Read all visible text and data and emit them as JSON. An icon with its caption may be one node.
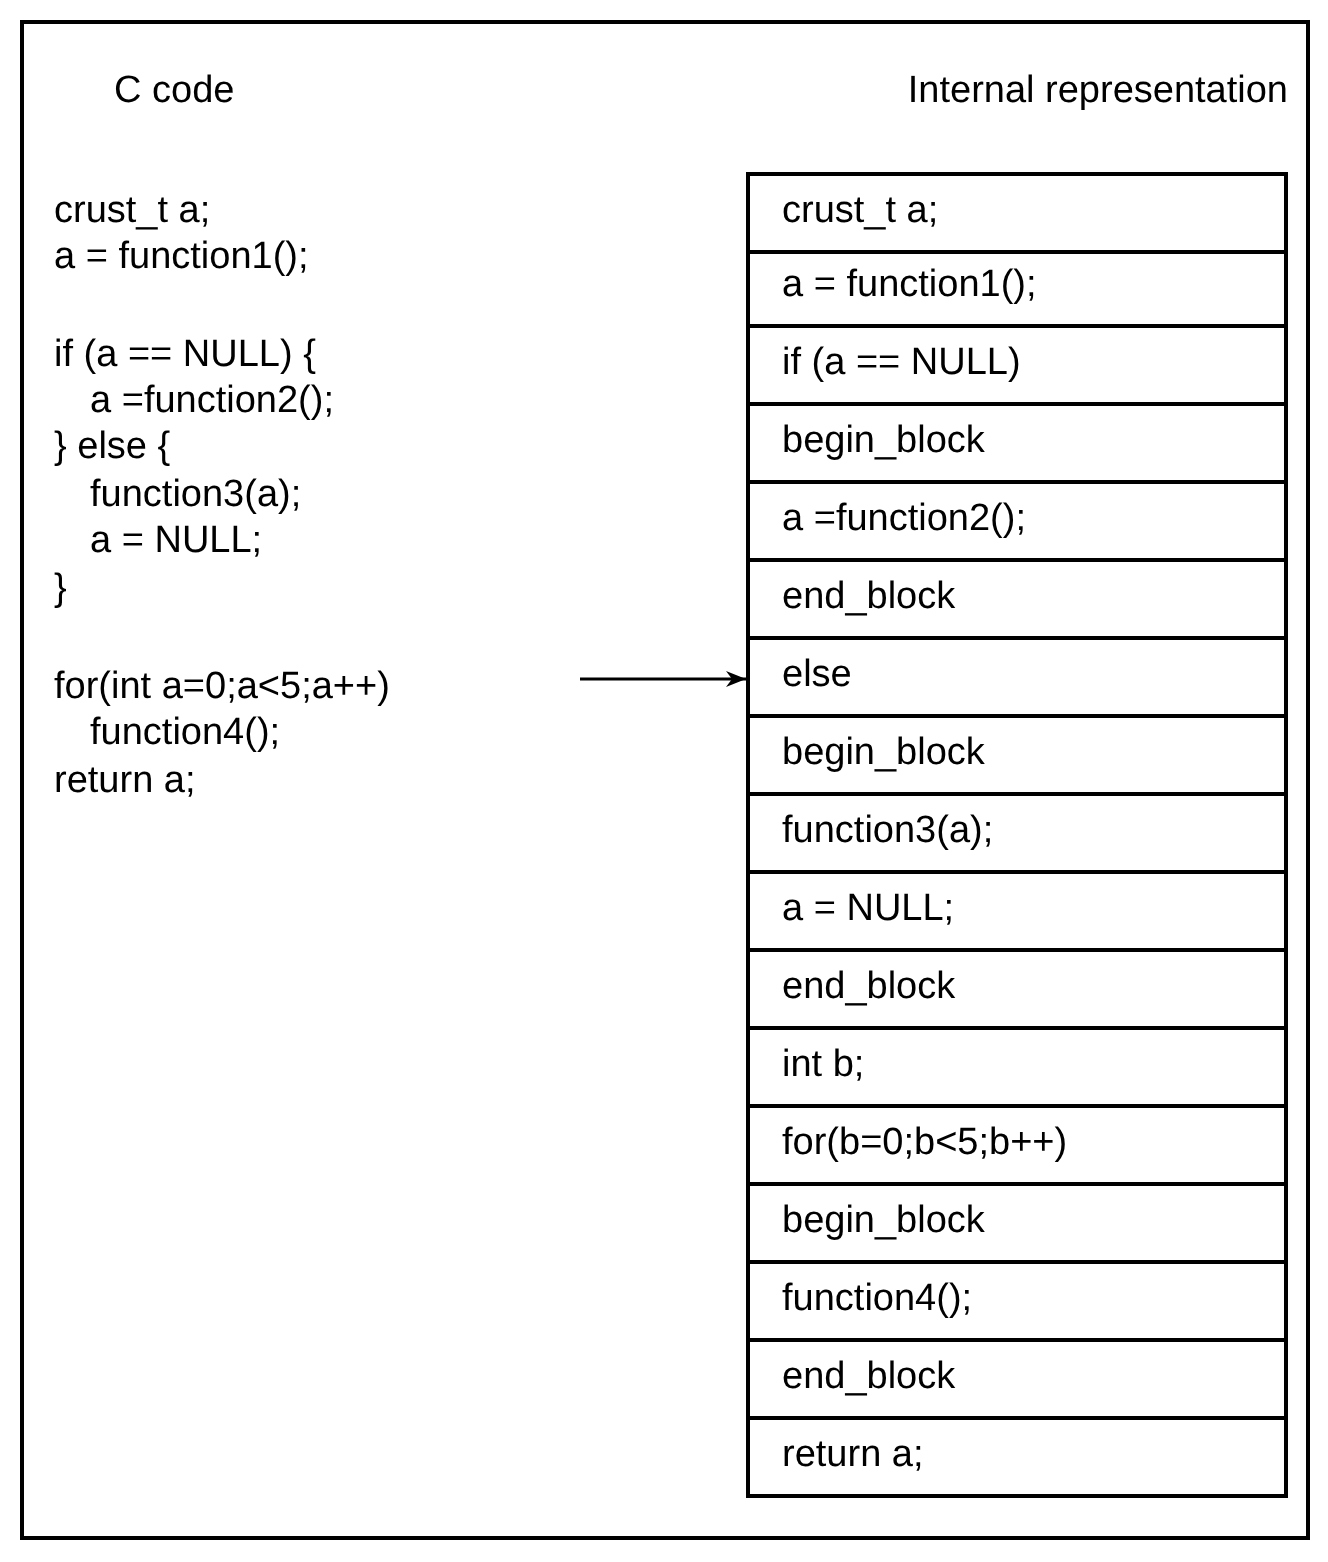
{
  "diagram": {
    "nodes": [
      {
        "text": [
          "C code",
          "crust_t a;",
          "a = function1();",
          "if (a == NULL) {",
          "a =function2();",
          "} else {",
          "function3(a);",
          "a = NULL;",
          "}",
          "for(int a=0;a<5;a++)",
          "function4();",
          "return a;"
        ]
      },
      {
        "text": [
          "Internal representation"
        ]
      },
      {
        "text": [
          "crust_t a;"
        ],
        "in": 1
      },
      {
        "text": [
          "a = function1();"
        ],
        "in": 1
      },
      {
        "text": [
          "if (a == NULL)"
        ],
        "in": 1
      },
      {
        "text": [
          "begin_block"
        ],
        "in": 1
      },
      {
        "text": [
          "a =function2();"
        ],
        "in": 1
      },
      {
        "text": [
          "end_block"
        ],
        "in": 1
      },
      {
        "text": [
          "else"
        ],
        "in": 1
      },
      {
        "text": [
          "begin_block"
        ],
        "in": 1
      },
      {
        "text": [
          "function3(a);"
        ],
        "in": 1
      },
      {
        "text": [
          "a = NULL;"
        ],
        "in": 1
      },
      {
        "text": [
          "end_block"
        ],
        "in": 1
      },
      {
        "text": [
          "int b;"
        ],
        "in": 1
      },
      {
        "text": [
          "for(b=0;b<5;b++)"
        ],
        "in": 1
      },
      {
        "text": [
          "begin_block"
        ],
        "in": 1
      },
      {
        "text": [
          "function4();"
        ],
        "in": 1
      },
      {
        "text": [
          "end_block"
        ],
        "in": 1
      },
      {
        "text": [
          "return a;"
        ],
        "in": 1
      }
    ],
    "edges": [
      {
        "from": null,
        "to": 8,
        "arrow": "to"
      }
    ]
  }
}
